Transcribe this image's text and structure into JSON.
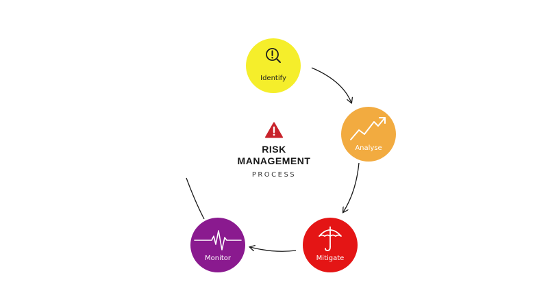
{
  "title": {
    "line1": "RISK",
    "line2": "MANAGEMENT",
    "line3": "PROCESS"
  },
  "steps": [
    {
      "label": "Identify",
      "color": "#f5ee2b",
      "icon": "magnifier-exclamation-icon"
    },
    {
      "label": "Analyse",
      "color": "#f2ab40",
      "icon": "trend-up-chart-icon"
    },
    {
      "label": "Mitigate",
      "color": "#e41515",
      "icon": "umbrella-icon"
    },
    {
      "label": "Monitor",
      "color": "#8a1a8f",
      "icon": "heartbeat-line-icon"
    }
  ],
  "colors": {
    "warning": "#c8222a",
    "connector": "#1a1a1a"
  }
}
